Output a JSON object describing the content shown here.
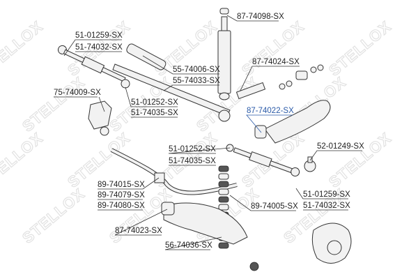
{
  "watermark": "STELLOX",
  "highlight_color": "#2a5aa8",
  "labels": {
    "p1": "87-74098-SX",
    "p2a": "51-01259-SX",
    "p2b": "51-74032-SX",
    "p3a": "55-74006-SX",
    "p3b": "55-74033-SX",
    "p4": "87-74024-SX",
    "p5": "75-74009-SX",
    "p6a": "51-01252-SX",
    "p6b": "51-74035-SX",
    "p7": "87-74022-SX",
    "p8": "52-01249-SX",
    "p9a": "51-01252-SX",
    "p9b": "51-74035-SX",
    "p10a": "89-74015-SX",
    "p10b": "89-74079-SX",
    "p10c": "89-74080-SX",
    "p11a": "51-01259-SX",
    "p11b": "51-74032-SX",
    "p12": "89-74005-SX",
    "p13": "87-74023-SX",
    "p14": "56-74036-SX"
  }
}
